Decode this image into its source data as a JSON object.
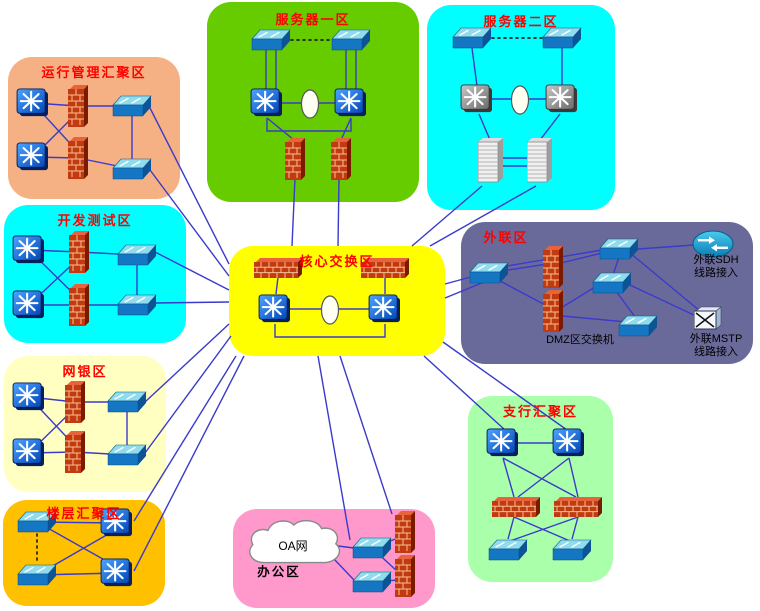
{
  "diagram": {
    "zones": {
      "ops": {
        "label": "运行管理汇聚区",
        "color": "#F5B183",
        "text_color": "#FF0000"
      },
      "srv1": {
        "label": "服务器一区",
        "color": "#66CC00",
        "text_color": "#FF0000"
      },
      "srv2": {
        "label": "服务器二区",
        "color": "#00FFFF",
        "text_color": "#FF0000"
      },
      "dev": {
        "label": "开发测试区",
        "color": "#00FFFF",
        "text_color": "#FF0000"
      },
      "core": {
        "label": "核心交换区",
        "color": "#FFFF00",
        "text_color": "#FF0000"
      },
      "ext": {
        "label": "外联区",
        "color": "#6A6A9A",
        "text_color": "#FF0000"
      },
      "bank": {
        "label": "网银区",
        "color": "#FFFFC1",
        "text_color": "#FF0000"
      },
      "branch": {
        "label": "支行汇聚区",
        "color": "#AAFFAA",
        "text_color": "#FF0000"
      },
      "floor": {
        "label": "楼层汇聚区",
        "color": "#FFC000",
        "text_color": "#FF0000"
      },
      "office": {
        "label": "办公区",
        "color": "#FF99CC",
        "text_color": "#000000"
      }
    },
    "labels": {
      "oa_cloud": "OA网",
      "dmz_switch": "DMZ区交换机",
      "sdh_line1": "外联SDH",
      "sdh_line2": "线路接入",
      "mstp_line1": "外联MSTP",
      "mstp_line2": "线路接入"
    },
    "icons": {
      "multilayer-switch": "blue-square-white-spokes",
      "multilayer-switch-gray": "gray-square-white-spokes",
      "workgroup-switch": "cyan-3d-box-arrows",
      "firewall": "red-brick-wall",
      "router": "cyan-disc-arrows",
      "mstp-device": "white-box-x",
      "server-stack": "white-tower",
      "link-oval": "white-ellipse",
      "oa-cloud": "white-cloud"
    },
    "edge_color": "#3A3ACC",
    "edges": [
      [
        295,
        178,
        292,
        246
      ],
      [
        339,
        178,
        338,
        246
      ],
      [
        412,
        246,
        482,
        186
      ],
      [
        430,
        246,
        536,
        186
      ],
      [
        445,
        284,
        489,
        272
      ],
      [
        445,
        298,
        489,
        280
      ],
      [
        229,
        264,
        150,
        108
      ],
      [
        229,
        276,
        150,
        170
      ],
      [
        229,
        290,
        155,
        252
      ],
      [
        229,
        302,
        155,
        303
      ],
      [
        229,
        324,
        145,
        402
      ],
      [
        231,
        336,
        145,
        453
      ],
      [
        236,
        356,
        134,
        521
      ],
      [
        244,
        356,
        134,
        571
      ],
      [
        318,
        356,
        350,
        540
      ],
      [
        340,
        356,
        392,
        514
      ],
      [
        424,
        356,
        505,
        430
      ],
      [
        443,
        342,
        567,
        430
      ],
      [
        33,
        103,
        78,
        106
      ],
      [
        33,
        157,
        78,
        158
      ],
      [
        33,
        103,
        78,
        152
      ],
      [
        33,
        157,
        78,
        112
      ],
      [
        78,
        106,
        132,
        106
      ],
      [
        78,
        158,
        132,
        169
      ],
      [
        132,
        113,
        132,
        162
      ],
      [
        29,
        250,
        79,
        252
      ],
      [
        29,
        305,
        79,
        305
      ],
      [
        29,
        250,
        79,
        299
      ],
      [
        29,
        305,
        79,
        258
      ],
      [
        79,
        252,
        137,
        255
      ],
      [
        79,
        305,
        137,
        305
      ],
      [
        137,
        262,
        137,
        298
      ],
      [
        29,
        397,
        75,
        402
      ],
      [
        29,
        453,
        75,
        452
      ],
      [
        29,
        397,
        75,
        446
      ],
      [
        29,
        453,
        75,
        408
      ],
      [
        75,
        402,
        127,
        402
      ],
      [
        75,
        452,
        127,
        455
      ],
      [
        127,
        409,
        127,
        448
      ],
      [
        37,
        522,
        117,
        523
      ],
      [
        37,
        575,
        117,
        573
      ],
      [
        37,
        522,
        117,
        567
      ],
      [
        37,
        575,
        117,
        529
      ],
      [
        37,
        534,
        37,
        563,
        "d"
      ],
      [
        266,
        50,
        266,
        90
      ],
      [
        276,
        50,
        276,
        90
      ],
      [
        346,
        50,
        346,
        90
      ],
      [
        356,
        50,
        356,
        90
      ],
      [
        267,
        103,
        351,
        103
      ],
      [
        267,
        118,
        294,
        140
      ],
      [
        351,
        118,
        341,
        140
      ],
      [
        291,
        40,
        331,
        40,
        "d"
      ],
      [
        472,
        48,
        477,
        86
      ],
      [
        562,
        48,
        562,
        86
      ],
      [
        477,
        99,
        562,
        99
      ],
      [
        490,
        140,
        479,
        114
      ],
      [
        540,
        140,
        560,
        114
      ],
      [
        503,
        158,
        527,
        158
      ],
      [
        503,
        166,
        527,
        166
      ],
      [
        492,
        38,
        542,
        38,
        "d"
      ],
      [
        278,
        277,
        276,
        294
      ],
      [
        385,
        277,
        385,
        294
      ],
      [
        275,
        309,
        385,
        309
      ],
      [
        489,
        273,
        547,
        264
      ],
      [
        489,
        275,
        547,
        306
      ],
      [
        489,
        269,
        602,
        250
      ],
      [
        561,
        263,
        602,
        253
      ],
      [
        561,
        308,
        595,
        287
      ],
      [
        638,
        249,
        694,
        245
      ],
      [
        630,
        285,
        696,
        316
      ],
      [
        638,
        321,
        616,
        291
      ],
      [
        638,
        323,
        562,
        316
      ],
      [
        619,
        257,
        613,
        275
      ],
      [
        630,
        253,
        700,
        311
      ],
      [
        503,
        443,
        569,
        443
      ],
      [
        503,
        458,
        514,
        497
      ],
      [
        569,
        458,
        578,
        497
      ],
      [
        503,
        458,
        576,
        497
      ],
      [
        569,
        458,
        518,
        497
      ],
      [
        514,
        517,
        508,
        539
      ],
      [
        578,
        517,
        572,
        539
      ],
      [
        514,
        517,
        570,
        541
      ],
      [
        578,
        517,
        510,
        541
      ],
      [
        338,
        546,
        354,
        548
      ],
      [
        333,
        558,
        354,
        580
      ],
      [
        372,
        548,
        398,
        538
      ],
      [
        372,
        582,
        398,
        580
      ],
      [
        372,
        548,
        398,
        572
      ]
    ],
    "polylines": [
      "267,118 267,131 351,131 351,118",
      "275,324 275,337 385,337 385,324"
    ]
  }
}
